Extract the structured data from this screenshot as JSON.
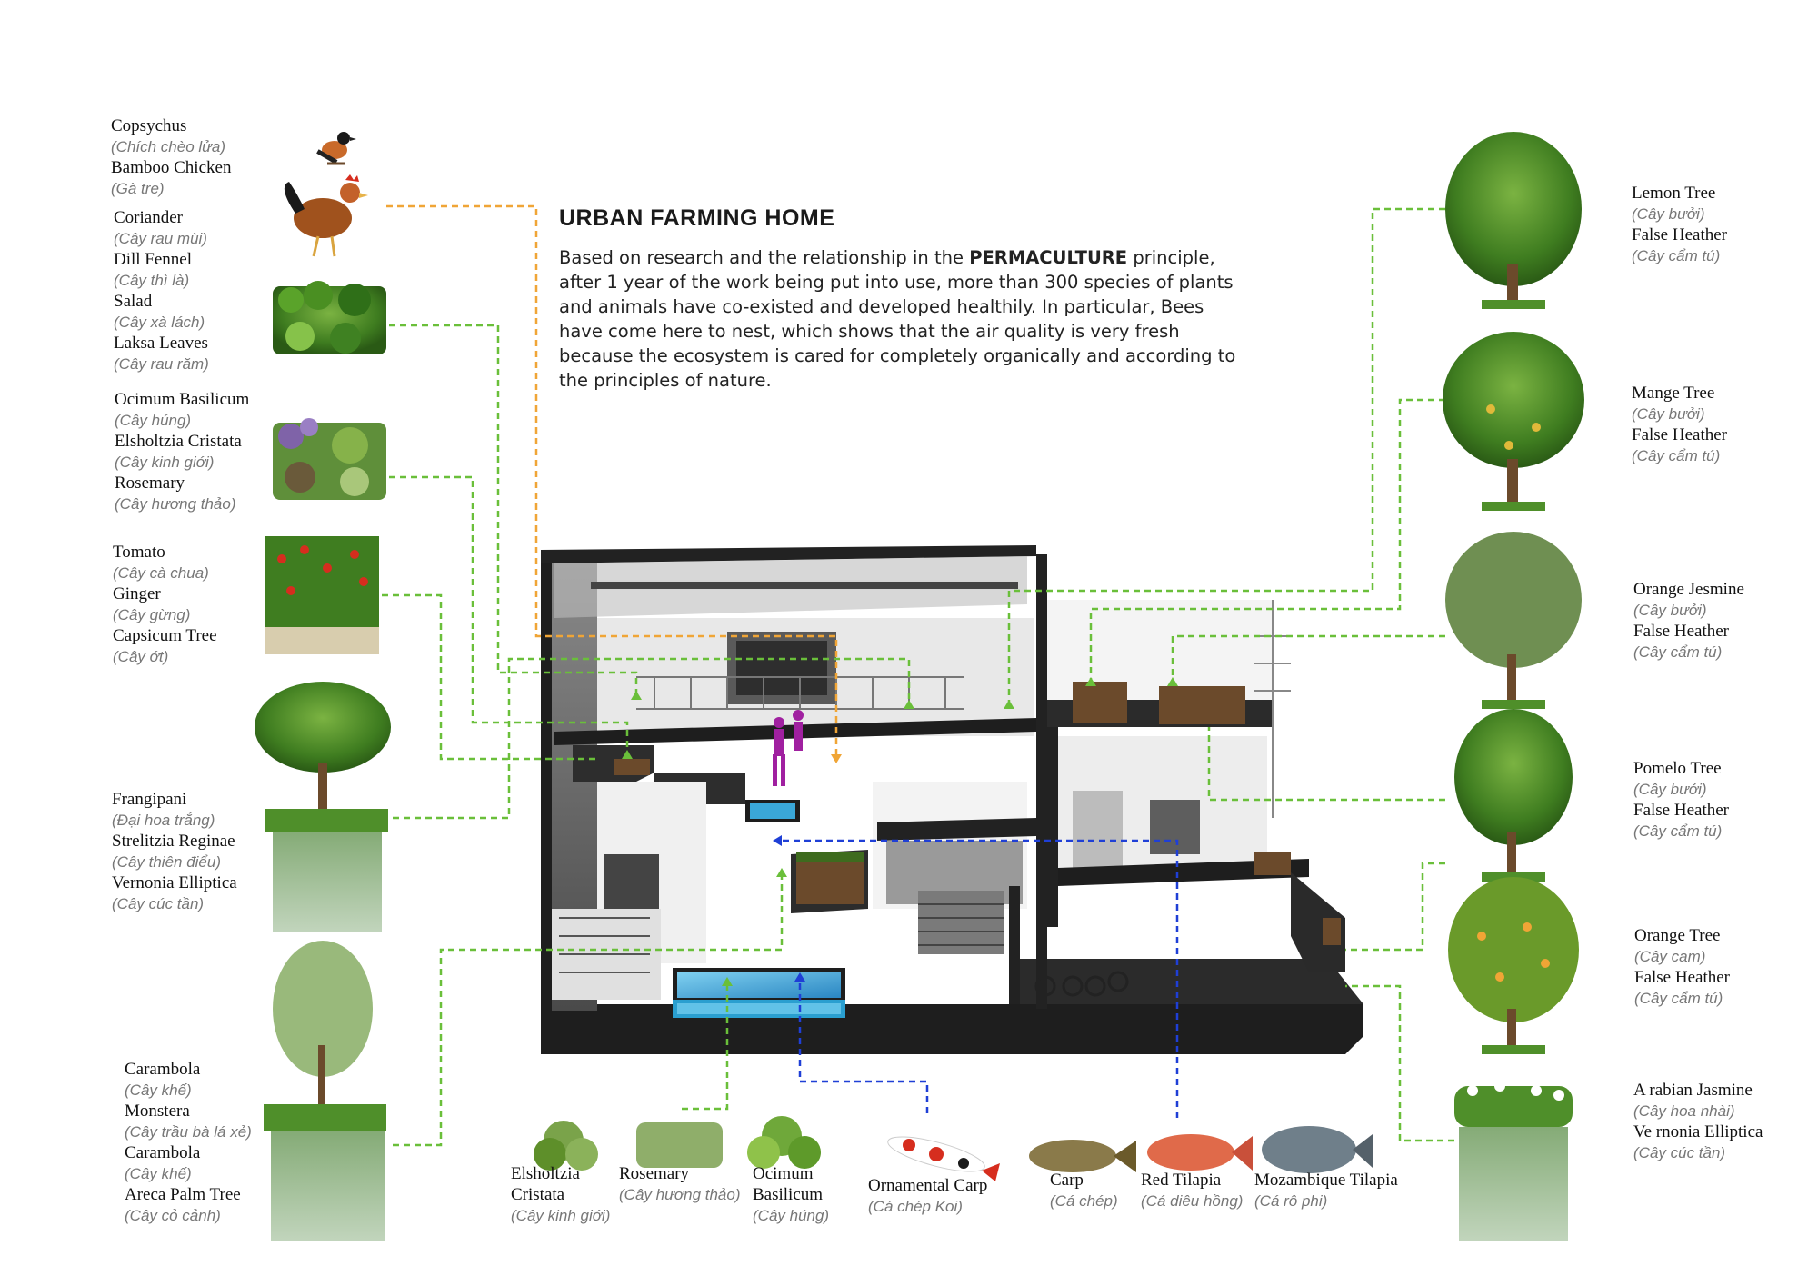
{
  "title": "URBAN FARMING HOME",
  "description": {
    "part1": "Based on research and the relationship in the ",
    "highlight": "PERMACULTURE",
    "part2": " principle, after 1 year of the work being put into use, more than 300 species of plants and animals have co-existed and developed healthily. In particular, Bees have come here to nest, which shows that the air quality is very fresh because the ecosystem is cared for completely organically and according to the principles of nature."
  },
  "left_groups": [
    {
      "items": [
        {
          "en": "Copsychus",
          "vi": "(Chích chèo lửa)"
        },
        {
          "en": "Bamboo Chicken",
          "vi": "(Gà tre)"
        }
      ]
    },
    {
      "items": [
        {
          "en": "Coriander",
          "vi": "(Cây rau mùi)"
        },
        {
          "en": "Dill Fennel",
          "vi": "(Cây thì là)"
        },
        {
          "en": "Salad",
          "vi": "(Cây xà lách)"
        },
        {
          "en": "Laksa Leaves",
          "vi": "(Cây rau răm)"
        }
      ]
    },
    {
      "items": [
        {
          "en": "Ocimum Basilicum",
          "vi": "(Cây húng)"
        },
        {
          "en": "Elsholtzia Cristata",
          "vi": "(Cây kinh giới)"
        },
        {
          "en": "Rosemary",
          "vi": "(Cây hương thảo)"
        }
      ]
    },
    {
      "items": [
        {
          "en": "Tomato",
          "vi": "(Cây cà chua)"
        },
        {
          "en": "Ginger",
          "vi": "(Cây gừng)"
        },
        {
          "en": "Capsicum Tree",
          "vi": "(Cây ớt)"
        }
      ]
    },
    {
      "items": [
        {
          "en": "Frangipani",
          "vi": "(Đại hoa trắng)"
        },
        {
          "en": "Strelitzia Reginae",
          "vi": "(Cây thiên điểu)"
        },
        {
          "en": "Vernonia Elliptica",
          "vi": "(Cây cúc tần)"
        }
      ]
    },
    {
      "items": [
        {
          "en": "Carambola",
          "vi": "(Cây khế)"
        },
        {
          "en": "Monstera",
          "vi": "(Cây trầu bà lá xẻ)"
        },
        {
          "en": "Carambola",
          "vi": "(Cây khế)"
        },
        {
          "en": "Areca Palm Tree",
          "vi": "(Cây cỏ cảnh)"
        }
      ]
    }
  ],
  "right_groups": [
    {
      "items": [
        {
          "en": "Lemon Tree",
          "vi": "(Cây bưởi)"
        },
        {
          "en": "False Heather",
          "vi": "(Cây cẩm tú)"
        }
      ]
    },
    {
      "items": [
        {
          "en": "Mange Tree",
          "vi": "(Cây bưởi)"
        },
        {
          "en": "False Heather",
          "vi": "(Cây cẩm tú)"
        }
      ]
    },
    {
      "items": [
        {
          "en": "Orange Jesmine",
          "vi": "(Cây bưởi)"
        },
        {
          "en": "False Heather",
          "vi": "(Cây cẩm tú)"
        }
      ]
    },
    {
      "items": [
        {
          "en": "Pomelo Tree",
          "vi": "(Cây bưởi)"
        },
        {
          "en": "False Heather",
          "vi": "(Cây cẩm tú)"
        }
      ]
    },
    {
      "items": [
        {
          "en": "Orange Tree",
          "vi": "(Cây cam)"
        },
        {
          "en": "False Heather",
          "vi": "(Cây cẩm tú)"
        }
      ]
    },
    {
      "items": [
        {
          "en": "A rabian Jasmine",
          "vi": "(Cây hoa nhài)"
        },
        {
          "en": "Ve rnonia Elliptica",
          "vi": "(Cây cúc tần)"
        }
      ]
    }
  ],
  "bottom_items": [
    {
      "en1": "Elsholtzia",
      "en2": "Cristata",
      "vi": "(Cây kinh giới)"
    },
    {
      "en1": "Rosemary",
      "en2": "",
      "vi": "(Cây hương thảo)"
    },
    {
      "en1": "Ocimum",
      "en2": "Basilicum",
      "vi": "(Cây húng)"
    },
    {
      "en1": "Ornamental Carp",
      "en2": "",
      "vi": "(Cá chép Koi)"
    },
    {
      "en1": "Carp",
      "en2": "",
      "vi": "(Cá chép)"
    },
    {
      "en1": "Red Tilapia",
      "en2": "",
      "vi": "(Cá diêu hồng)"
    },
    {
      "en1": "Mozambique Tilapia",
      "en2": "",
      "vi": "(Cá rô phi)"
    }
  ],
  "colors": {
    "green_link": "#6abf3a",
    "orange_link": "#f0a536",
    "blue_link": "#1f3fd6",
    "building_dark": "#2a2a2a",
    "building_mid": "#6d6d6d",
    "planter": "#6b4a2b",
    "water": "#3aa7d8",
    "figure": "#a020a0"
  },
  "icons": [
    "bird-icon",
    "chicken-icon",
    "herb-icon",
    "tree-icon",
    "hanging-vine-icon",
    "fish-icon",
    "koi-icon"
  ]
}
